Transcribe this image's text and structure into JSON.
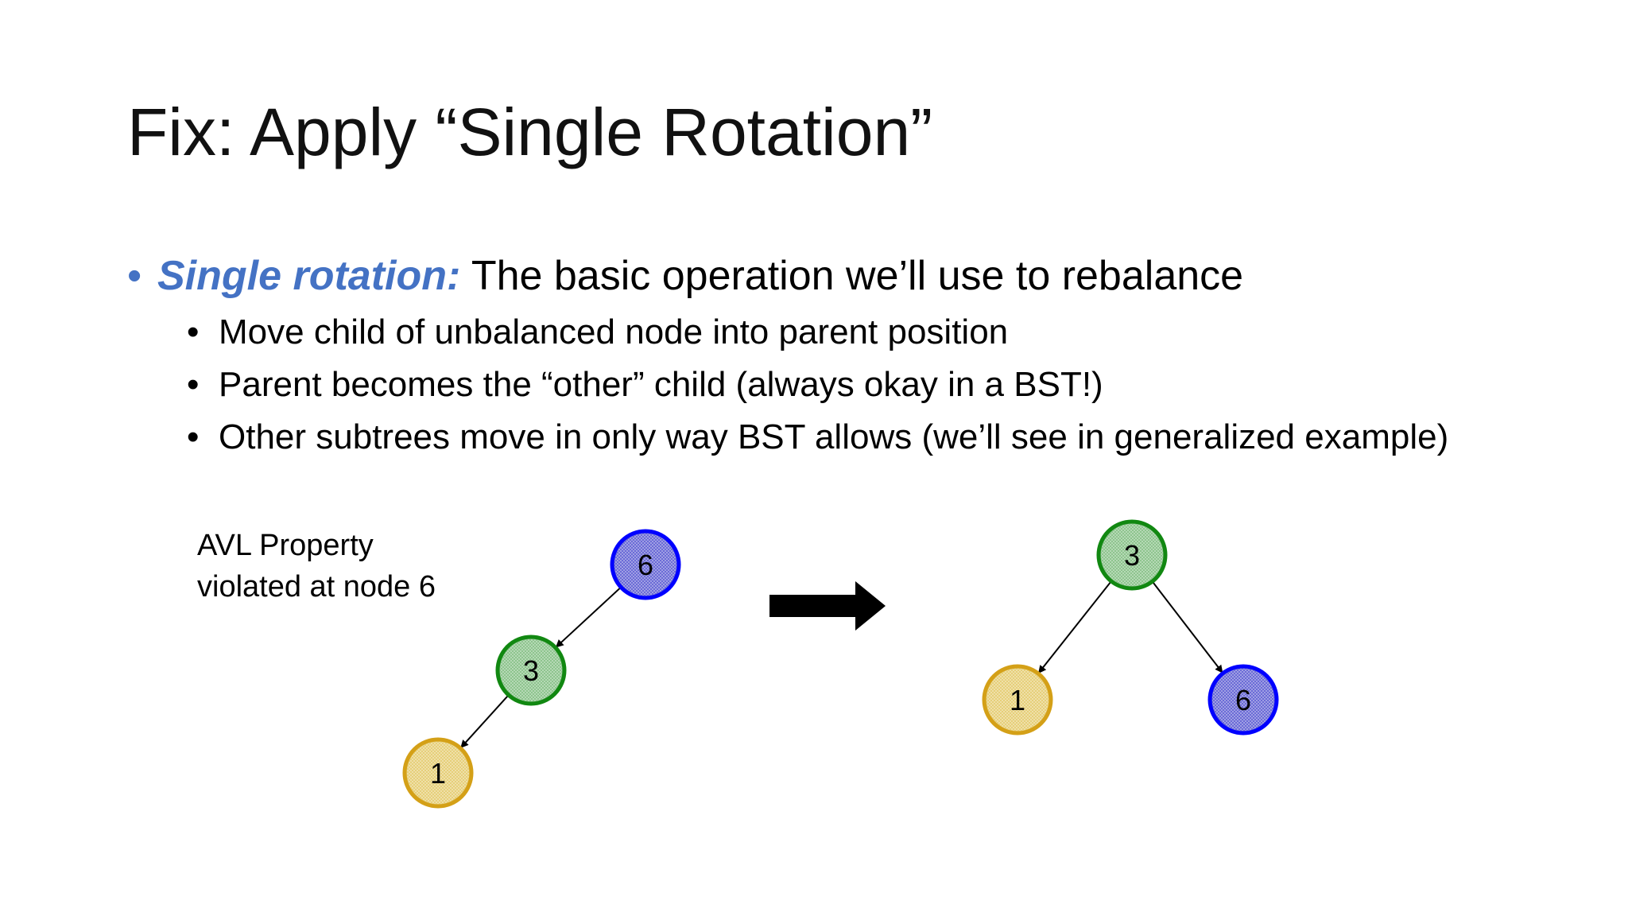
{
  "slide": {
    "title": "Fix: Apply “Single Rotation”",
    "bullet": {
      "lead": "Single rotation:",
      "text": " The basic operation we’ll use to rebalance",
      "subs": [
        "Move child of unbalanced node into parent position",
        "Parent becomes the “other” child (always okay in a BST!)",
        "Other subtrees move in only way BST allows (we’ll see in generalized example)"
      ]
    },
    "caption": [
      "AVL Property",
      "violated at node 6"
    ]
  },
  "colors": {
    "bullet_accent": "#4472c4",
    "node_blue_border": "#0000ff",
    "node_blue_fill": "#6b6bd6",
    "node_green_border": "#118811",
    "node_green_fill": "#8ec48e",
    "node_gold_border": "#d4a017",
    "node_gold_fill": "#e6cf7a"
  },
  "trees": {
    "before": {
      "nodes": [
        {
          "id": "b6",
          "label": "6",
          "color": "blue"
        },
        {
          "id": "b3",
          "label": "3",
          "color": "green"
        },
        {
          "id": "b1",
          "label": "1",
          "color": "gold"
        }
      ],
      "edges": [
        [
          "b6",
          "b3"
        ],
        [
          "b3",
          "b1"
        ]
      ]
    },
    "after": {
      "nodes": [
        {
          "id": "a3",
          "label": "3",
          "color": "green"
        },
        {
          "id": "a1",
          "label": "1",
          "color": "gold"
        },
        {
          "id": "a6",
          "label": "6",
          "color": "blue"
        }
      ],
      "edges": [
        [
          "a3",
          "a1"
        ],
        [
          "a3",
          "a6"
        ]
      ]
    }
  },
  "arrow": "right-arrow-icon"
}
